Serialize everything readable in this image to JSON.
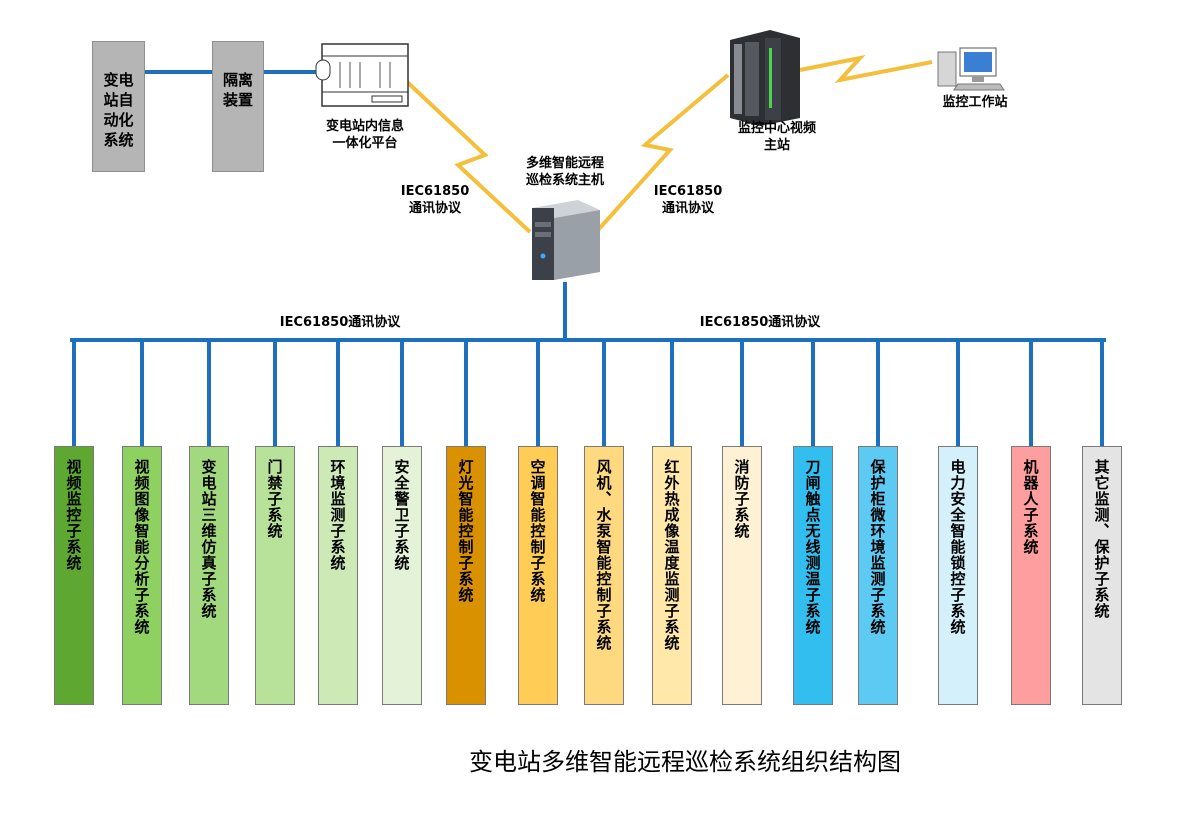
{
  "top": {
    "auto_system": "变电站自动化系统",
    "isolation": "隔离装置",
    "info_platform": "变电站内信息\n一体化平台",
    "host": "多维智能远程\n巡检系统主机",
    "video_master": "监控中心视频\n主站",
    "workstation": "监控工作站",
    "protocol_left": "IEC61850\n通讯协议",
    "protocol_right": "IEC61850\n通讯协议"
  },
  "bus": {
    "protocol_left": "IEC61850通讯协议",
    "protocol_right": "IEC61850通讯协议"
  },
  "subsystems": [
    {
      "label": "视频监控子系统",
      "color": "#5ea832"
    },
    {
      "label": "视频图像智能分析子系统",
      "color": "#8fd160"
    },
    {
      "label": "变电站三维仿真子系统",
      "color": "#a3d97e"
    },
    {
      "label": "门禁子系统",
      "color": "#b8e19a"
    },
    {
      "label": "环境监测子系统",
      "color": "#cde9b5"
    },
    {
      "label": "安全警卫子系统",
      "color": "#e4f2d8"
    },
    {
      "label": "灯光智能控制子系统",
      "color": "#d99100"
    },
    {
      "label": "空调智能控制子系统",
      "color": "#ffcd55"
    },
    {
      "label": "风机、水泵智能控制子系统",
      "color": "#ffd97f"
    },
    {
      "label": "红外热成像温度监测子系统",
      "color": "#ffe8aa"
    },
    {
      "label": "消防子系统",
      "color": "#fff2d4"
    },
    {
      "label": "刀闸触点无线测温子系统",
      "color": "#32bff0"
    },
    {
      "label": "保护柜微环境监测子系统",
      "color": "#5ccaf2"
    },
    {
      "label": "电力安全智能锁控子系统",
      "color": "#d3f0fb"
    },
    {
      "label": "机器人子系统",
      "color": "#ff9e9e"
    },
    {
      "label": "其它监测、保护子系统",
      "color": "#e4e4e4"
    }
  ],
  "caption": "变电站多维智能远程巡检系统组织结构图",
  "colors": {
    "bus": "#1f6fbf",
    "link": "#f4bf3a"
  }
}
